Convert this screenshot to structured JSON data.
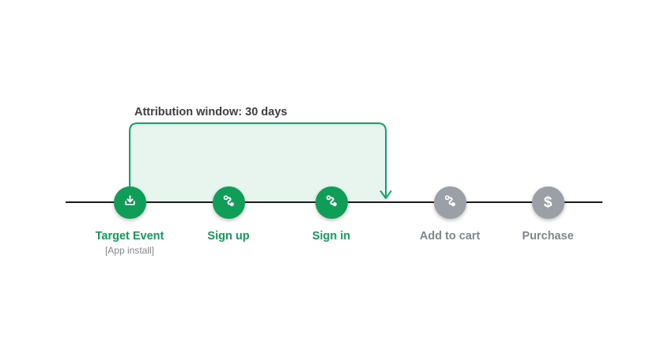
{
  "annotation": {
    "label": "Attribution window: 30 days"
  },
  "timeline": {
    "events": [
      {
        "label": "Target Event",
        "sublabel": "[App install]",
        "icon": "download-icon",
        "state": "active"
      },
      {
        "label": "Sign up",
        "icon": "route-icon",
        "state": "active"
      },
      {
        "label": "Sign in",
        "icon": "route-icon",
        "state": "active"
      },
      {
        "label": "Add to cart",
        "icon": "route-icon",
        "state": "inactive"
      },
      {
        "label": "Purchase",
        "icon": "dollar-icon",
        "state": "inactive"
      }
    ]
  },
  "icons": {
    "dollar_glyph": "$"
  },
  "colors": {
    "active_green": "#0f9d58",
    "bracket_stroke_green": "#13a466",
    "bracket_fill_green": "#e8f5ee",
    "inactive_gray": "#9aa0a6",
    "inactive_text_gray": "#80868b",
    "annotation_text": "#3c4043",
    "timeline_black": "#1b1b1b",
    "background": "#ffffff"
  }
}
